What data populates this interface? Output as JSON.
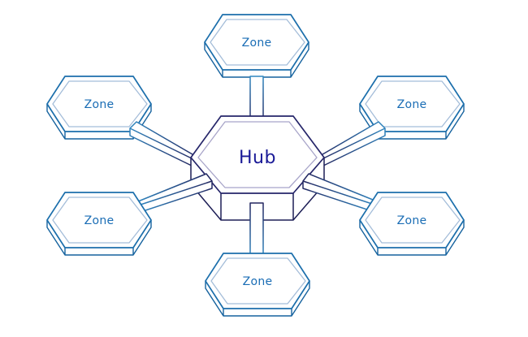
{
  "diagram": {
    "type": "hub-and-spoke topology",
    "hub": {
      "label": "Hub"
    },
    "zones": [
      {
        "position": "top",
        "label": "Zone"
      },
      {
        "position": "top-left",
        "label": "Zone"
      },
      {
        "position": "top-right",
        "label": "Zone"
      },
      {
        "position": "bottom-left",
        "label": "Zone"
      },
      {
        "position": "bottom-right",
        "label": "Zone"
      },
      {
        "position": "bottom",
        "label": "Zone"
      }
    ],
    "connections": [
      {
        "from": "Hub",
        "to": "Zone",
        "zone_position": "top"
      },
      {
        "from": "Hub",
        "to": "Zone",
        "zone_position": "top-left"
      },
      {
        "from": "Hub",
        "to": "Zone",
        "zone_position": "top-right"
      },
      {
        "from": "Hub",
        "to": "Zone",
        "zone_position": "bottom-left"
      },
      {
        "from": "Hub",
        "to": "Zone",
        "zone_position": "bottom-right"
      },
      {
        "from": "Hub",
        "to": "Zone",
        "zone_position": "bottom"
      }
    ],
    "colors": {
      "zone_outline": "#1C6FAC",
      "zone_inner_border": "#A4BDD9",
      "zone_label": "#1A6DB5",
      "hub_outline": "#26266A",
      "hub_inner_border": "#A8A5C9",
      "hub_label": "#1A1A97",
      "connector_blue": "#2F87C0",
      "connector_navy": "#23255F",
      "background": "#FFFFFF"
    }
  }
}
